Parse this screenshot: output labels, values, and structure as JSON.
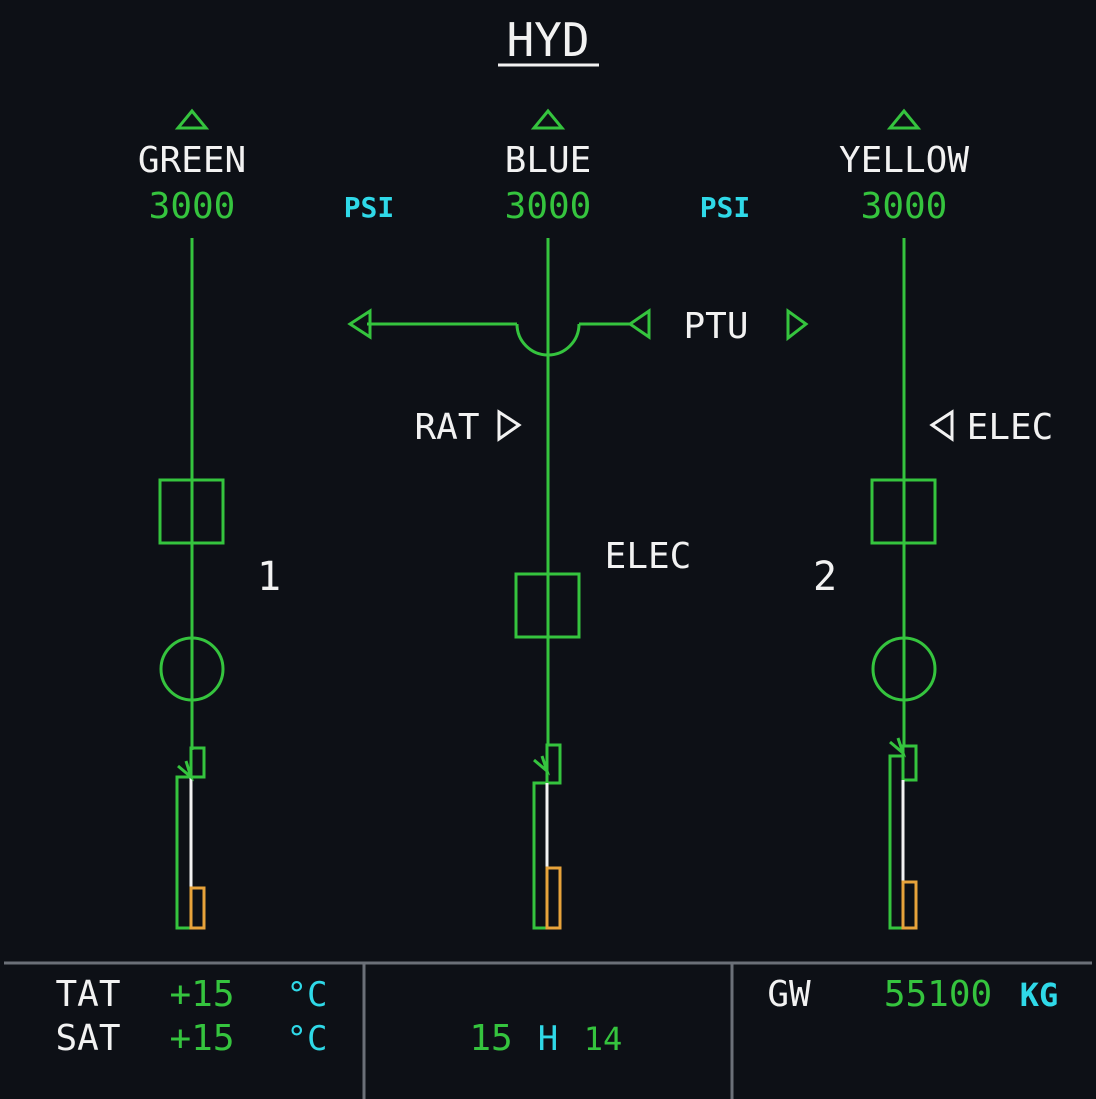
{
  "page_title": "HYD",
  "colors": {
    "background": "#0d1016",
    "green": "#35c43e",
    "white": "#f2f2f2",
    "cyan": "#2fd9e8",
    "amber": "#e8a33b",
    "separator": "#6b7078"
  },
  "systems": {
    "green": {
      "name": "GREEN",
      "pressure": "3000"
    },
    "blue": {
      "name": "BLUE",
      "pressure": "3000"
    },
    "yellow": {
      "name": "YELLOW",
      "pressure": "3000"
    }
  },
  "psi_unit": "PSI",
  "ptu_label": "PTU",
  "rat_label": "RAT",
  "yellow_elec_label": "ELEC",
  "blue_elec_label": "ELEC",
  "engine_1_label": "1",
  "engine_2_label": "2",
  "status": {
    "tat_label": "TAT",
    "tat_value": "+15",
    "sat_label": "SAT",
    "sat_value": "+15",
    "temp_unit": "°C",
    "time_hours": "15",
    "time_h_label": "H",
    "time_minutes": "14",
    "gw_label": "GW",
    "gw_value": "55100",
    "gw_unit": "KG"
  }
}
